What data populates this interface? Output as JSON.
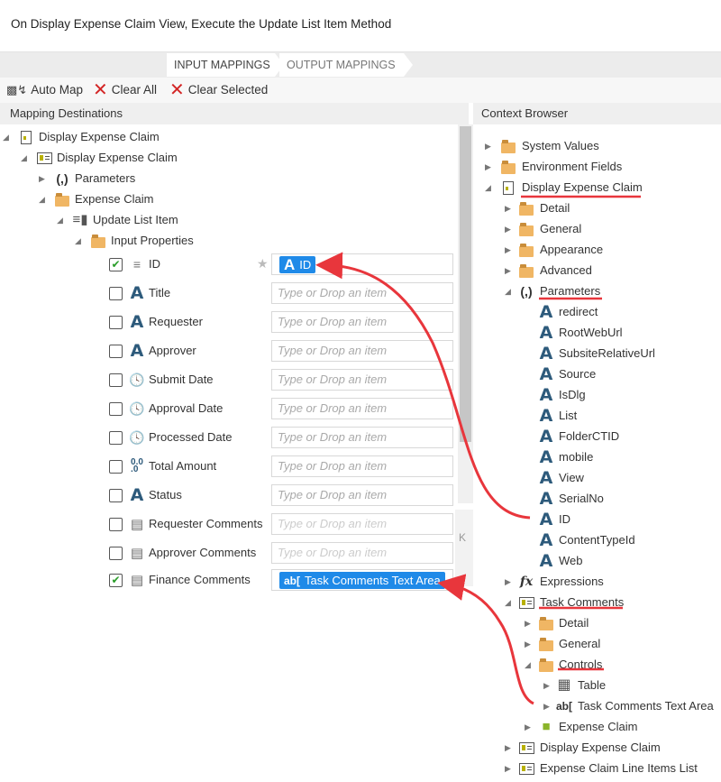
{
  "title": "On Display Expense Claim View, Execute the Update List Item Method",
  "tabs": {
    "input": "INPUT MAPPINGS",
    "output": "OUTPUT MAPPINGS"
  },
  "toolbar": {
    "auto_map": "Auto Map",
    "clear_all": "Clear All",
    "clear_selected": "Clear Selected"
  },
  "left_header": "Mapping Destinations",
  "right_header": "Context Browser",
  "behind_text": "K",
  "left_tree": [
    {
      "label": "Display Expense Claim",
      "icon": "form-icon",
      "level": 0,
      "expanded": true
    },
    {
      "label": "Display Expense Claim",
      "icon": "view-icon",
      "level": 1,
      "expanded": true
    },
    {
      "label": "Parameters",
      "icon": "parameters-icon",
      "level": 2,
      "expanded": false
    },
    {
      "label": "Expense Claim",
      "icon": "folder-icon",
      "level": 2,
      "expanded": true
    },
    {
      "label": "Update List Item",
      "icon": "method-icon",
      "level": 3,
      "expanded": true
    },
    {
      "label": "Input Properties",
      "icon": "folder-icon",
      "level": 4,
      "expanded": true
    }
  ],
  "properties": [
    {
      "label": "ID",
      "icon": "number-icon",
      "checked": true,
      "required": true,
      "value": "ID",
      "value_icon": "text-icon",
      "placeholder": ""
    },
    {
      "label": "Title",
      "icon": "text-icon",
      "checked": false,
      "placeholder": "Type or Drop an item"
    },
    {
      "label": "Requester",
      "icon": "text-icon",
      "checked": false,
      "placeholder": "Type or Drop an item"
    },
    {
      "label": "Approver",
      "icon": "text-icon",
      "checked": false,
      "placeholder": "Type or Drop an item"
    },
    {
      "label": "Submit Date",
      "icon": "datetime-icon",
      "checked": false,
      "placeholder": "Type or Drop an item"
    },
    {
      "label": "Approval Date",
      "icon": "datetime-icon",
      "checked": false,
      "placeholder": "Type or Drop an item"
    },
    {
      "label": "Processed Date",
      "icon": "datetime-icon",
      "checked": false,
      "placeholder": "Type or Drop an item"
    },
    {
      "label": "Total Amount",
      "icon": "decimal-icon",
      "checked": false,
      "placeholder": "Type or Drop an item"
    },
    {
      "label": "Status",
      "icon": "text-icon",
      "checked": false,
      "placeholder": "Type or Drop an item"
    },
    {
      "label": "Requester Comments",
      "icon": "memo-icon",
      "checked": false,
      "placeholder": "Type or Drop an item"
    },
    {
      "label": "Approver Comments",
      "icon": "memo-icon",
      "checked": false,
      "placeholder": "Type or Drop an item"
    },
    {
      "label": "Finance Comments",
      "icon": "memo-icon",
      "checked": true,
      "value": "Task Comments Text Area",
      "value_icon": "textarea-icon",
      "placeholder": ""
    }
  ],
  "right_tree": [
    {
      "label": "System Values",
      "icon": "folder-icon",
      "level": 0,
      "exp": "collapsed"
    },
    {
      "label": "Environment Fields",
      "icon": "folder-icon",
      "level": 0,
      "exp": "collapsed"
    },
    {
      "label": "Display Expense Claim",
      "icon": "form-icon",
      "level": 0,
      "exp": "expanded",
      "highlight": true
    },
    {
      "label": "Detail",
      "icon": "folder-icon",
      "level": 1,
      "exp": "collapsed"
    },
    {
      "label": "General",
      "icon": "folder-icon",
      "level": 1,
      "exp": "collapsed"
    },
    {
      "label": "Appearance",
      "icon": "folder-icon",
      "level": 1,
      "exp": "collapsed"
    },
    {
      "label": "Advanced",
      "icon": "folder-icon",
      "level": 1,
      "exp": "collapsed"
    },
    {
      "label": "Parameters",
      "icon": "parameters-icon",
      "level": 1,
      "exp": "expanded",
      "highlight": true
    },
    {
      "label": "redirect",
      "icon": "text-icon",
      "level": 2,
      "exp": "none"
    },
    {
      "label": "RootWebUrl",
      "icon": "text-icon",
      "level": 2,
      "exp": "none"
    },
    {
      "label": "SubsiteRelativeUrl",
      "icon": "text-icon",
      "level": 2,
      "exp": "none"
    },
    {
      "label": "Source",
      "icon": "text-icon",
      "level": 2,
      "exp": "none"
    },
    {
      "label": "IsDlg",
      "icon": "text-icon",
      "level": 2,
      "exp": "none"
    },
    {
      "label": "List",
      "icon": "text-icon",
      "level": 2,
      "exp": "none"
    },
    {
      "label": "FolderCTID",
      "icon": "text-icon",
      "level": 2,
      "exp": "none"
    },
    {
      "label": "mobile",
      "icon": "text-icon",
      "level": 2,
      "exp": "none"
    },
    {
      "label": "View",
      "icon": "text-icon",
      "level": 2,
      "exp": "none"
    },
    {
      "label": "SerialNo",
      "icon": "text-icon",
      "level": 2,
      "exp": "none"
    },
    {
      "label": "ID",
      "icon": "text-icon",
      "level": 2,
      "exp": "none"
    },
    {
      "label": "ContentTypeId",
      "icon": "text-icon",
      "level": 2,
      "exp": "none"
    },
    {
      "label": "Web",
      "icon": "text-icon",
      "level": 2,
      "exp": "none"
    },
    {
      "label": "Expressions",
      "icon": "expression-icon",
      "level": 1,
      "exp": "collapsed"
    },
    {
      "label": "Task Comments",
      "icon": "view-icon",
      "level": 1,
      "exp": "expanded",
      "highlight": true
    },
    {
      "label": "Detail",
      "icon": "folder-icon",
      "level": 2,
      "exp": "collapsed"
    },
    {
      "label": "General",
      "icon": "folder-icon",
      "level": 2,
      "exp": "collapsed"
    },
    {
      "label": "Controls",
      "icon": "folder-icon",
      "level": 2,
      "exp": "expanded",
      "highlight": true
    },
    {
      "label": "Table",
      "icon": "table-icon",
      "level": 3,
      "exp": "collapsed"
    },
    {
      "label": "Task Comments Text Area",
      "icon": "textarea-icon",
      "level": 3,
      "exp": "collapsed"
    },
    {
      "label": "Expense Claim",
      "icon": "smartobject-icon",
      "level": 2,
      "exp": "collapsed"
    },
    {
      "label": "Display Expense Claim",
      "icon": "view-icon",
      "level": 1,
      "exp": "collapsed"
    },
    {
      "label": "Expense Claim Line Items List",
      "icon": "view-icon",
      "level": 1,
      "exp": "collapsed"
    }
  ],
  "annotation_color": "#e8363c",
  "accent": "#1f8ae8"
}
